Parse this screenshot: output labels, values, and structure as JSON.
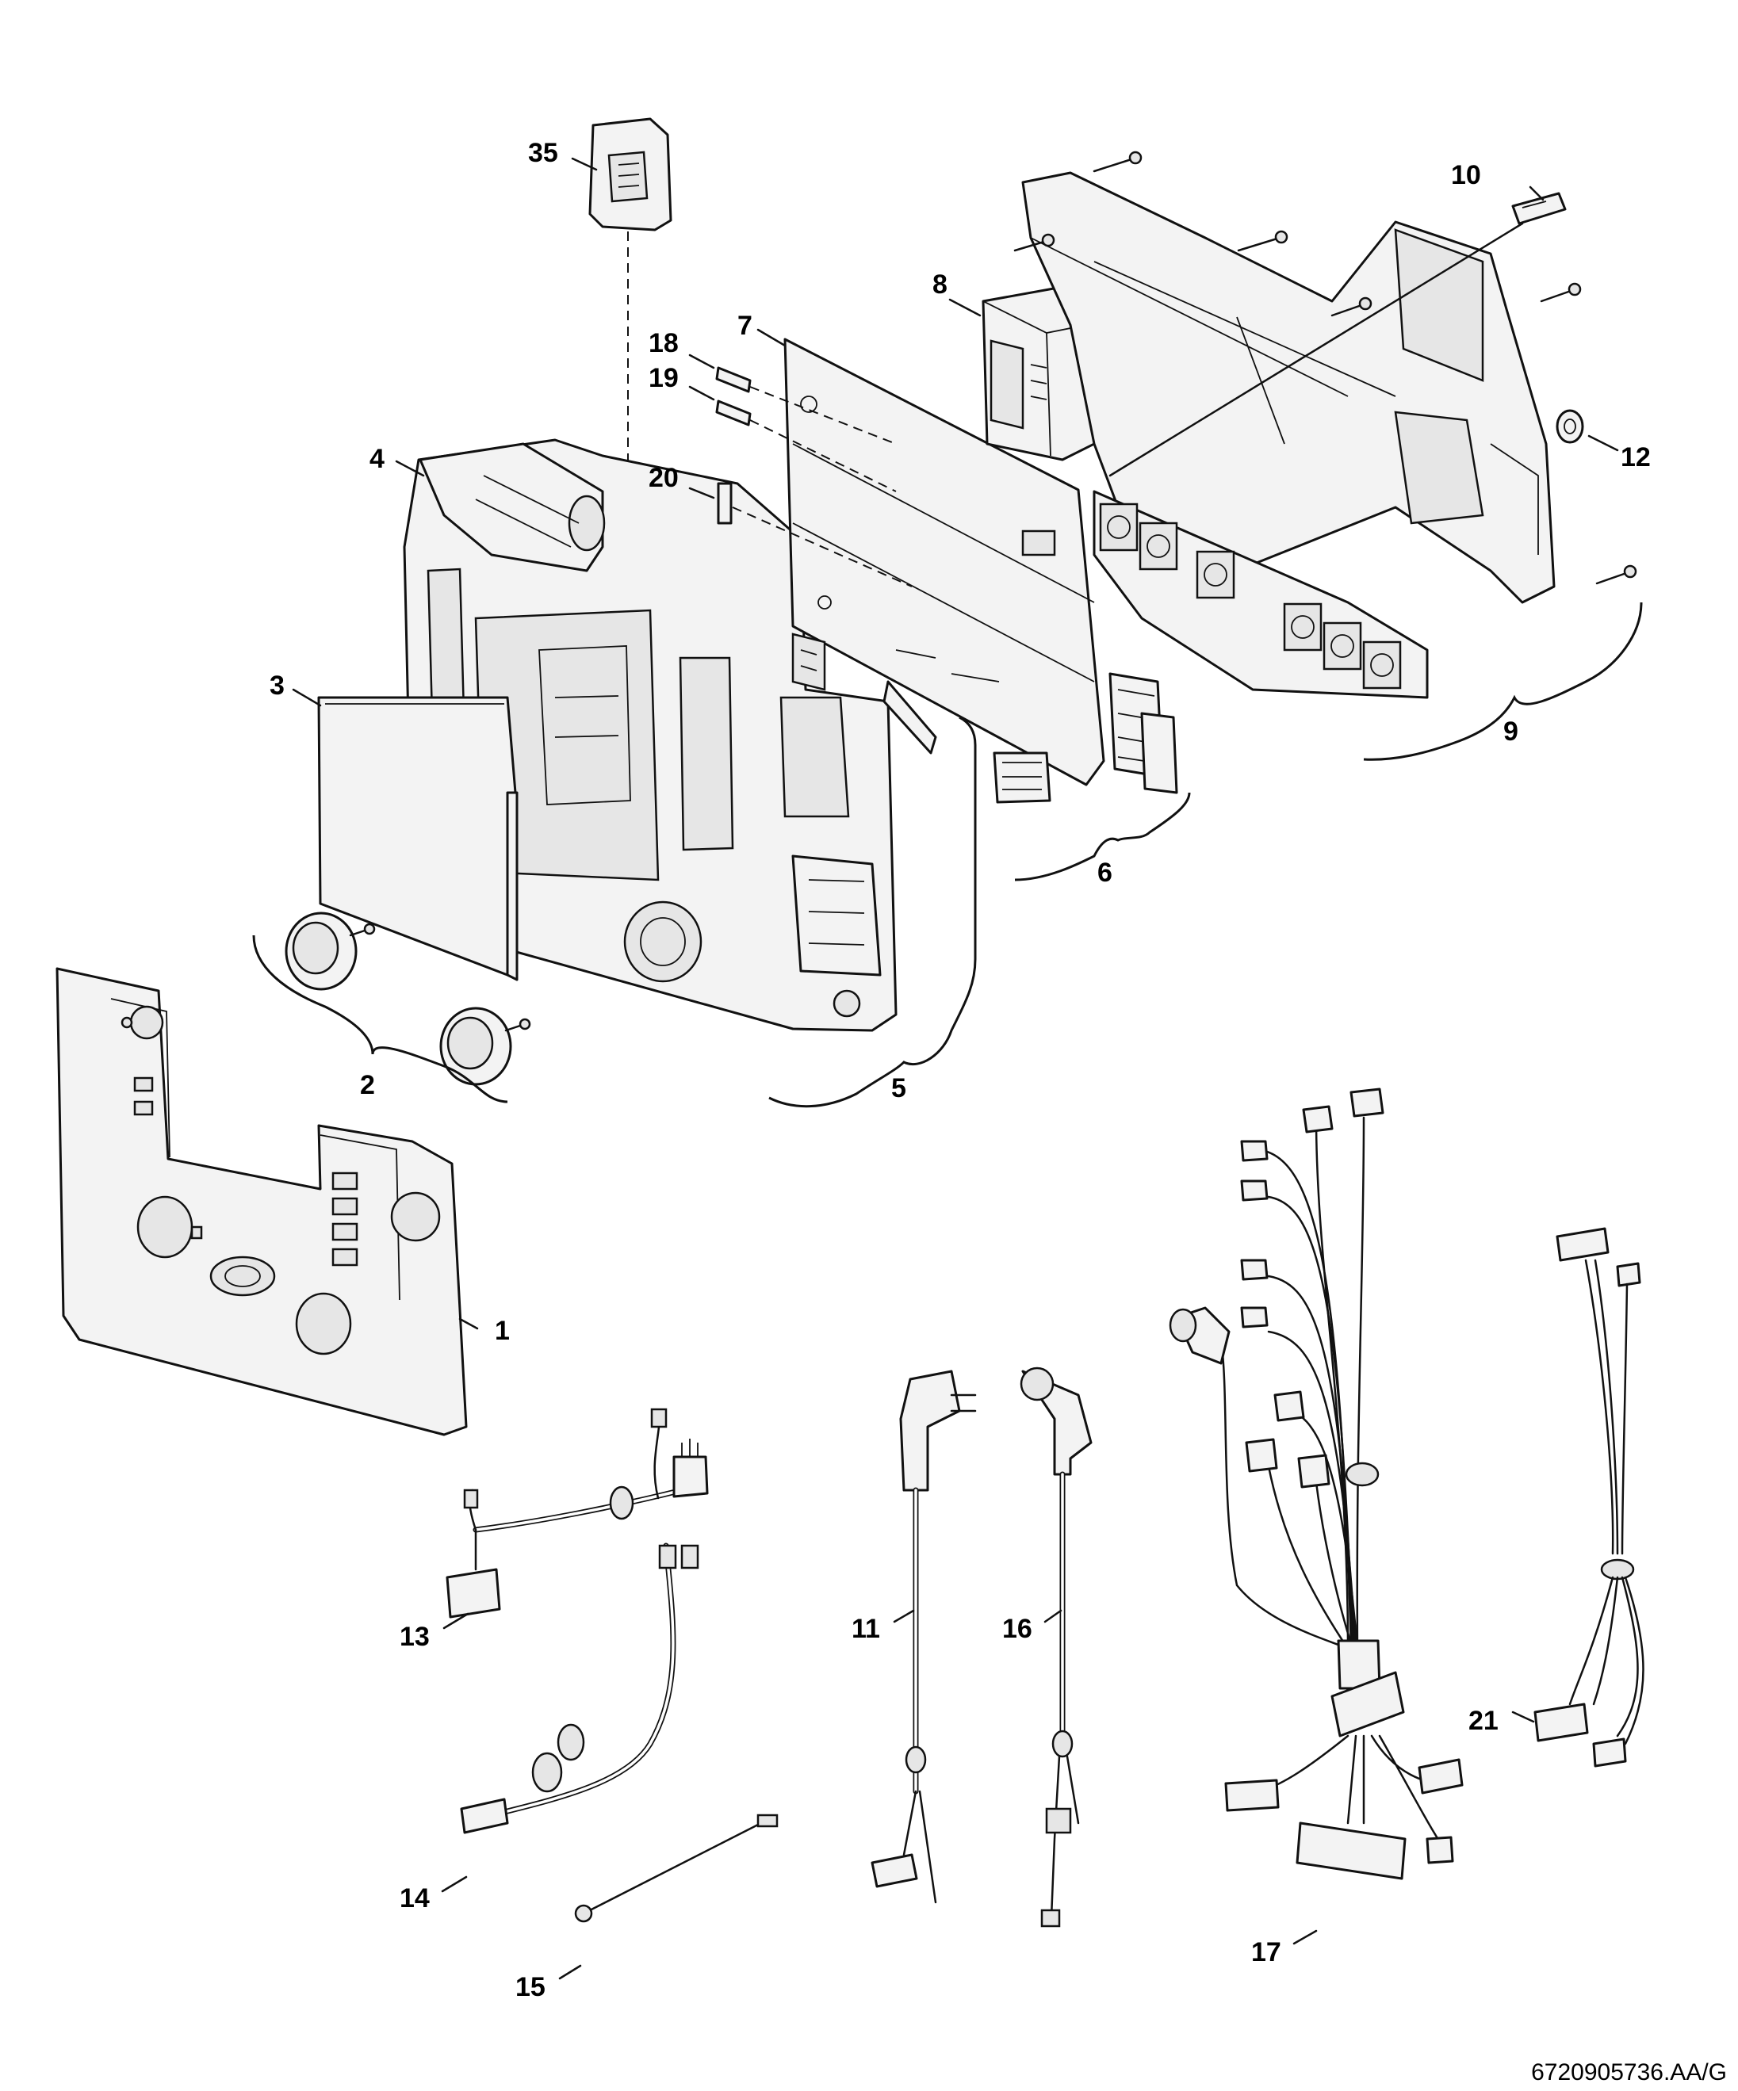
{
  "diagram": {
    "callouts": [
      {
        "id": "1",
        "text": "1"
      },
      {
        "id": "2",
        "text": "2"
      },
      {
        "id": "3",
        "text": "3"
      },
      {
        "id": "4",
        "text": "4"
      },
      {
        "id": "5",
        "text": "5"
      },
      {
        "id": "6",
        "text": "6"
      },
      {
        "id": "7",
        "text": "7"
      },
      {
        "id": "8",
        "text": "8"
      },
      {
        "id": "9",
        "text": "9"
      },
      {
        "id": "10",
        "text": "10"
      },
      {
        "id": "11",
        "text": "11"
      },
      {
        "id": "12",
        "text": "12"
      },
      {
        "id": "13",
        "text": "13"
      },
      {
        "id": "14",
        "text": "14"
      },
      {
        "id": "15",
        "text": "15"
      },
      {
        "id": "16",
        "text": "16"
      },
      {
        "id": "17",
        "text": "17"
      },
      {
        "id": "18",
        "text": "18"
      },
      {
        "id": "19",
        "text": "19"
      },
      {
        "id": "20",
        "text": "20"
      },
      {
        "id": "21",
        "text": "21"
      },
      {
        "id": "35",
        "text": "35"
      }
    ],
    "reference_code": "6720905736.AA/G"
  }
}
